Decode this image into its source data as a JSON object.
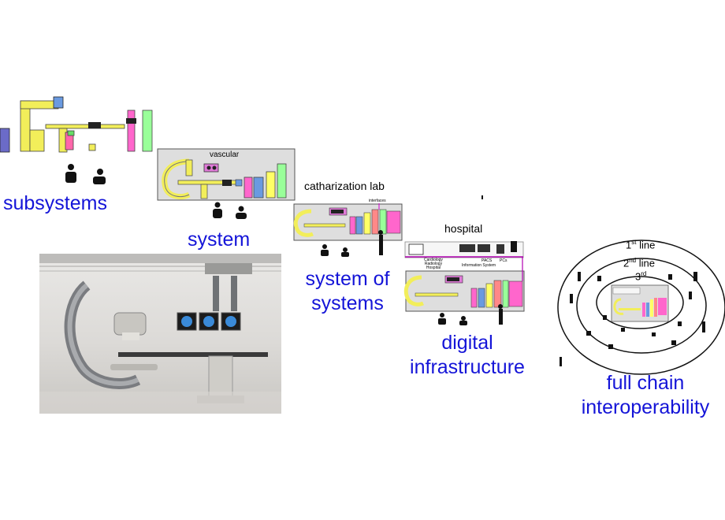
{
  "stages": {
    "subsystems": "subsystems",
    "system": "system",
    "system_of_systems_1": "system of",
    "system_of_systems_2": "systems",
    "digital_1": "digital",
    "digital_2": "infrastructure",
    "full_chain_1": "full chain",
    "full_chain_2": "interoperability"
  },
  "panels": {
    "vascular": "vascular",
    "cath_lab": "catharization lab",
    "interfaces": "interfaces",
    "hospital": "hospital",
    "cardiology_1": "Cardiology",
    "cardiology_2": "Radiology",
    "cardiology_3": "Hospital",
    "pacs": "PACS",
    "info_system": "Information System",
    "pcs": "PCs"
  },
  "rings": {
    "first_num": "1",
    "first_sup": "st",
    "first_word": " line",
    "second_num": "2",
    "second_sup": "nd",
    "second_word": " line",
    "third_num": "3",
    "third_sup": "rd"
  },
  "colors": {
    "stage_label": "#1414d8",
    "pink": "#ff66cc",
    "green": "#99ff99",
    "yellow": "#ffff66",
    "panel_gray": "#dcdcdc"
  }
}
